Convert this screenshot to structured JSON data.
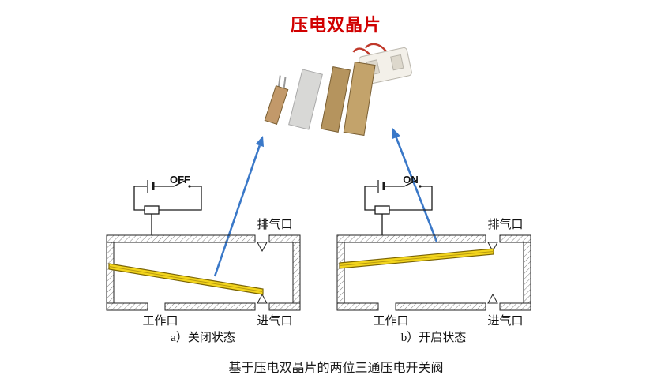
{
  "title": "压电双晶片",
  "figure_caption": "基于压电双晶片的两位三通压电开关阀",
  "valves": {
    "left": {
      "switch_label": "OFF",
      "exhaust_label": "排气口",
      "work_label": "工作口",
      "intake_label": "进气口",
      "caption": "a）关闭状态"
    },
    "right": {
      "switch_label": "ON",
      "exhaust_label": "排气口",
      "work_label": "工作口",
      "intake_label": "进气口",
      "caption": "b）开启状态"
    }
  },
  "colors": {
    "title_red": "#d10000",
    "arrow_blue": "#3a78c8",
    "beam_yellow": "#f2d41c",
    "strip_tan": "#c3a36b",
    "line": "#1a1a1a"
  }
}
